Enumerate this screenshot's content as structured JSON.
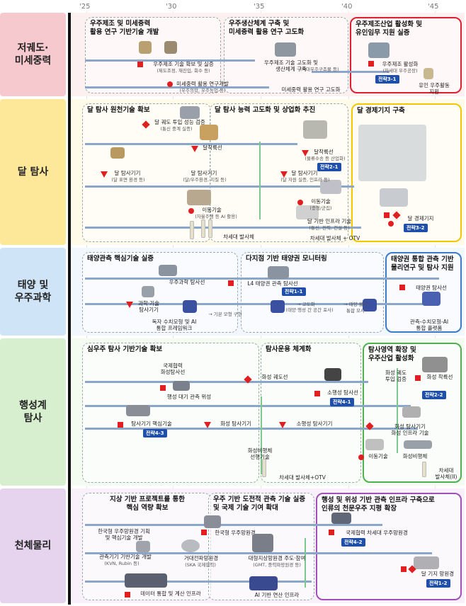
{
  "years": [
    "'25",
    "'30",
    "'35",
    "'40",
    "'45"
  ],
  "rows": [
    {
      "label": "저궤도·\n미세중력"
    },
    {
      "label": "달 탐사"
    },
    {
      "label": "태양 및\n우주과학"
    },
    {
      "label": "행성계\n탐사"
    },
    {
      "label": "천체물리"
    }
  ],
  "leo": {
    "box1": "우주제조 및 미세중력\n활용 연구 기반기술 개발",
    "box2": "우주생산체계 구축 및\n미세중력 활용 연구 고도화",
    "box3": "우주제조산업 활성화 및\n유인임무 지원 실증",
    "l1": "우주제조 기술 확보 및 실증",
    "l1s": "(제도조정, 재진입, 회수 등)",
    "l2": "미세중력 활용 연구개발",
    "l2s": "(우주의학, 우주농업 등)",
    "l3": "우주제조 기술 고도화 및\n생산체계 구축",
    "l3s": "(거대우주구조물 등)",
    "l4": "미세중력 활용 연구 고도화",
    "l5": "우주제조 활성화",
    "l5s": "(차세대 우주공장)",
    "l6": "유인 우주활동\n지원",
    "badge": "전략3-1"
  },
  "moon": {
    "box1": "달 탐사 원천기술 확보",
    "box2": "달 탐사 능력 고도화 및 상업화 추진",
    "box3": "달 경제기지 구축",
    "l1": "달 궤도 투입 성능 검증",
    "l1s": "(통신 중계 실증)",
    "l2": "달착륙선",
    "l3": "달착륙선",
    "l3s": "(물류수송 등 산업화)",
    "l4": "달 탐사기기",
    "l4s": "(달 표면 환경 등)",
    "l5": "달 탐사기기",
    "l5s": "(달/우주환경, 지질 등)",
    "l6": "달 탐사기기",
    "l6s": "(달 자원 실증, 인프라 등)",
    "l7": "이동기술",
    "l7s": "(자율주행 등 AI 활용)",
    "l8": "이동기술",
    "l8s": "(충청/군집)",
    "l9": "달 기반 인프라 기술",
    "l9s": "(통신, 전력, 건설 등)",
    "l10": "달 경제기지",
    "l11": "차세대 발사체",
    "l12": "차세대 발사체 + OTV",
    "badge1": "전략2-1",
    "badge2": "전략3-2"
  },
  "sun": {
    "box1": "태양관측 핵심기술 실증",
    "box2": "다지점 기반 태양권 모니터링",
    "box3": "태양권 통합 관측 기반\n물리연구 및 탐사 지원",
    "l1": "우주과학 탐사선",
    "l2": "L4 태양권 관측 탐사선",
    "l3": "태양권 탐사선",
    "l4": "과학·기술\n탐사기기",
    "l5": "독자 수치모형 및 AI\n통합 프레임워크",
    "l5s": "→ 기본 모형 구현",
    "l6": "→ 고도화",
    "l6s": "(태양·행성 간 공간 포사)",
    "l7": "→ 태양 물리\n통합 모사",
    "l8": "관측-수치모형-AI\n통합 플랫폼",
    "badge": "전략1-1"
  },
  "planet": {
    "box1": "심우주 탐사 기반기술 확보",
    "box2": "탐사운용 체계화",
    "box3": "탐사영역 확장 및\n우주산업 활성화",
    "l1": "국제협력\n화성탐사선",
    "l2": "행성 대기 관측 위성",
    "l3": "화성 궤도선",
    "l4": "소행성 탐사선",
    "l5": "화성 궤도\n투입 검증",
    "l6": "화성 착륙선",
    "l7": "탐사기기 핵심기술",
    "l8": "화성 탐사기기",
    "l9": "소행성 탐사기기",
    "l10": "화성 탐사기기\n화성 인프라 기술",
    "l11": "화성비행체\n선행기술",
    "l12": "이동기술",
    "l13": "화성비행체",
    "l14": "차세대 발사체+OTV",
    "l15": "차세대\n발사체(II)",
    "badge1": "전략4-1",
    "badge2": "전략2-2",
    "badge3": "전략4-3"
  },
  "astro": {
    "box1": "지상 기반 프로젝트를 통한\n핵심 역량 확보",
    "box2": "우주 기반 도전적 관측 기술 실증\n및 국제 기술 기여 확대",
    "box3": "행성 및 위성 기반 관측 인프라 구축으로\n인류의 천문우주 지평 확장",
    "l1": "한국형 우주망원경 기획\n및 핵심기술 개발",
    "l2": "한국형 우주망원경",
    "l3": "국제협력 차세대 우주망원경",
    "l4": "관측기기 기반기술 개발",
    "l4s": "(KVN, Rubin 등)",
    "l5": "거대전파망원경",
    "l5s": "(SKA 국제협력)",
    "l6": "대형지상망원경 주도·참여",
    "l6s": "(GMT, 중력파망원경 등)",
    "l7": "달 기지 망원경",
    "l8": "데이터 통합 및 계산 인프라",
    "l9": "AI 기반 연산 인프라",
    "badge1": "전략4-2",
    "badge2": "전략1-2"
  },
  "colors": {
    "leo": "#fde8ea",
    "moon": "#fff7d6",
    "sun": "#e8f2fb",
    "planet": "#eef8e8",
    "astro": "#f3e8f6"
  }
}
